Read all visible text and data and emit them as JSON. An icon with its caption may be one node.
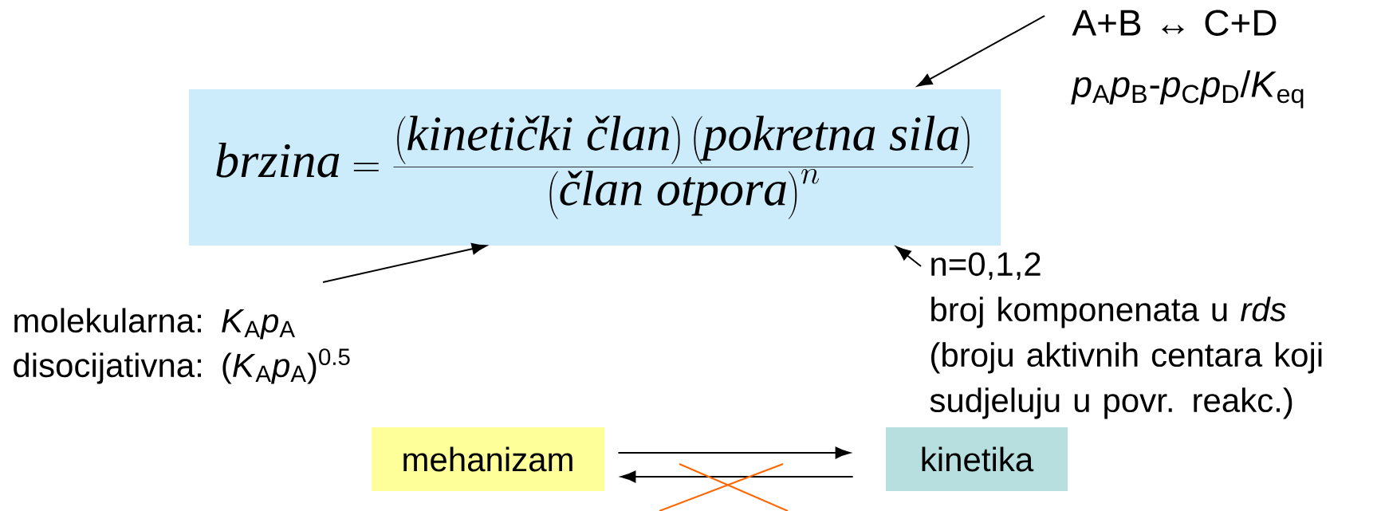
{
  "diagram": {
    "nodes": [
      {
        "text": [
          "\\textit{brzina}=\\frac{\\left(\\textit{kinetički član}\\right)\\left(\\textit{pokretna sila}\\right)}{\\left(\\textit{član otpora}\\right)^{n}}"
        ]
      },
      {
        "text": [
          "A+B ↔ C+D",
          "*p*$_{A}$*p*$_{B}$-*p*$_{C}$*p*$_{D}$/*K*$_{eq}$"
        ]
      },
      {
        "text": [
          "molekularna: *K*$_{A}$*p*$_{A}$",
          "disocijativna: (*K*$_{A}$*p*$_{A}$)$^{0.5}$"
        ]
      },
      {
        "text": [
          "n=0,1,2",
          "broj komponenata u *rds*",
          "(broju aktivnih centara koji sudjeluju u povr. reakc.)"
        ]
      },
      {
        "text": [
          "mehanizam"
        ]
      },
      {
        "text": [
          "kinetika"
        ]
      }
    ],
    "edges": [
      {
        "from": 1,
        "to": 0,
        "arrow": "to"
      },
      {
        "from": 2,
        "to": 0,
        "arrow": "to"
      },
      {
        "from": 3,
        "to": 0,
        "arrow": "to"
      },
      {
        "from": 4,
        "to": 5,
        "arrow": "to"
      },
      {
        "from": 5,
        "to": 4,
        "arrow": "to"
      }
    ]
  }
}
